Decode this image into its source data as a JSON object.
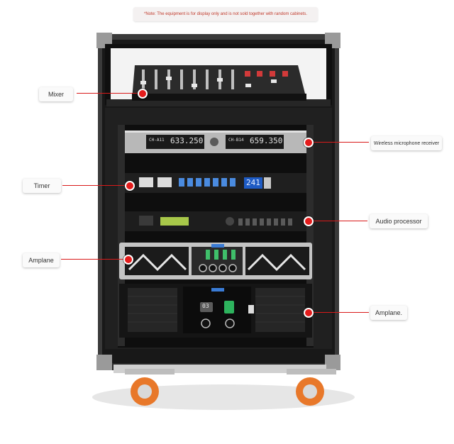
{
  "note": "*Note: The equipment is for display only and is not sold together with random cabinets.",
  "callouts": {
    "mixer": "Mixer",
    "wireless": "Wireless microphone receiver",
    "timer": "Timer",
    "audio_processor": "Audio processor",
    "amplane_1": "Amplane",
    "amplane_2": "Amplane."
  },
  "device_displays": {
    "wireless_ch_a": "CH-A11",
    "wireless_freq_a": "633.250",
    "wireless_ch_b": "CH-B14",
    "wireless_freq_b": "659.350",
    "timer_readout": "241",
    "amp_display": "03"
  },
  "colors": {
    "accent_red": "#e41c1c",
    "cabinet": "#1c1c1c",
    "wheel_orange": "#e8782a"
  }
}
